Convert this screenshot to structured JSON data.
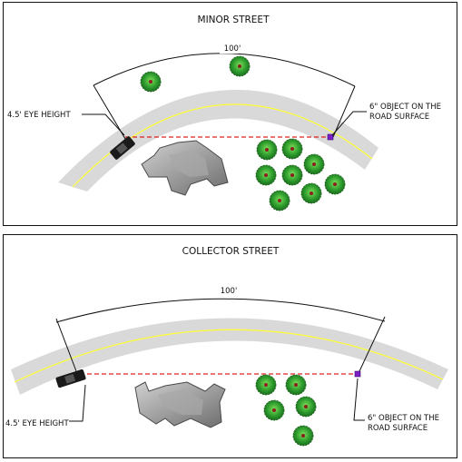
{
  "panels": [
    {
      "title": "MINOR STREET",
      "distance": "100'",
      "eye_label": "4.5' EYE HEIGHT",
      "object_label_line1": "6\" OBJECT ON THE",
      "object_label_line2": "ROAD SURFACE"
    },
    {
      "title": "COLLECTOR STREET",
      "distance": "100'",
      "eye_label": "4.5' EYE HEIGHT",
      "object_label_line1": "6\" OBJECT ON THE",
      "object_label_line2": "ROAD SURFACE"
    }
  ],
  "colors": {
    "road": "#d9d9d9",
    "centerline": "#ffff33",
    "sightline": "#e02020",
    "object": "#7a1fc7",
    "car": "#1a1a1a",
    "tree": "#2e9e2e",
    "building": "#8c8c8c"
  },
  "icons": [
    "car-icon",
    "tree-icon",
    "building-icon",
    "object-marker-icon"
  ]
}
